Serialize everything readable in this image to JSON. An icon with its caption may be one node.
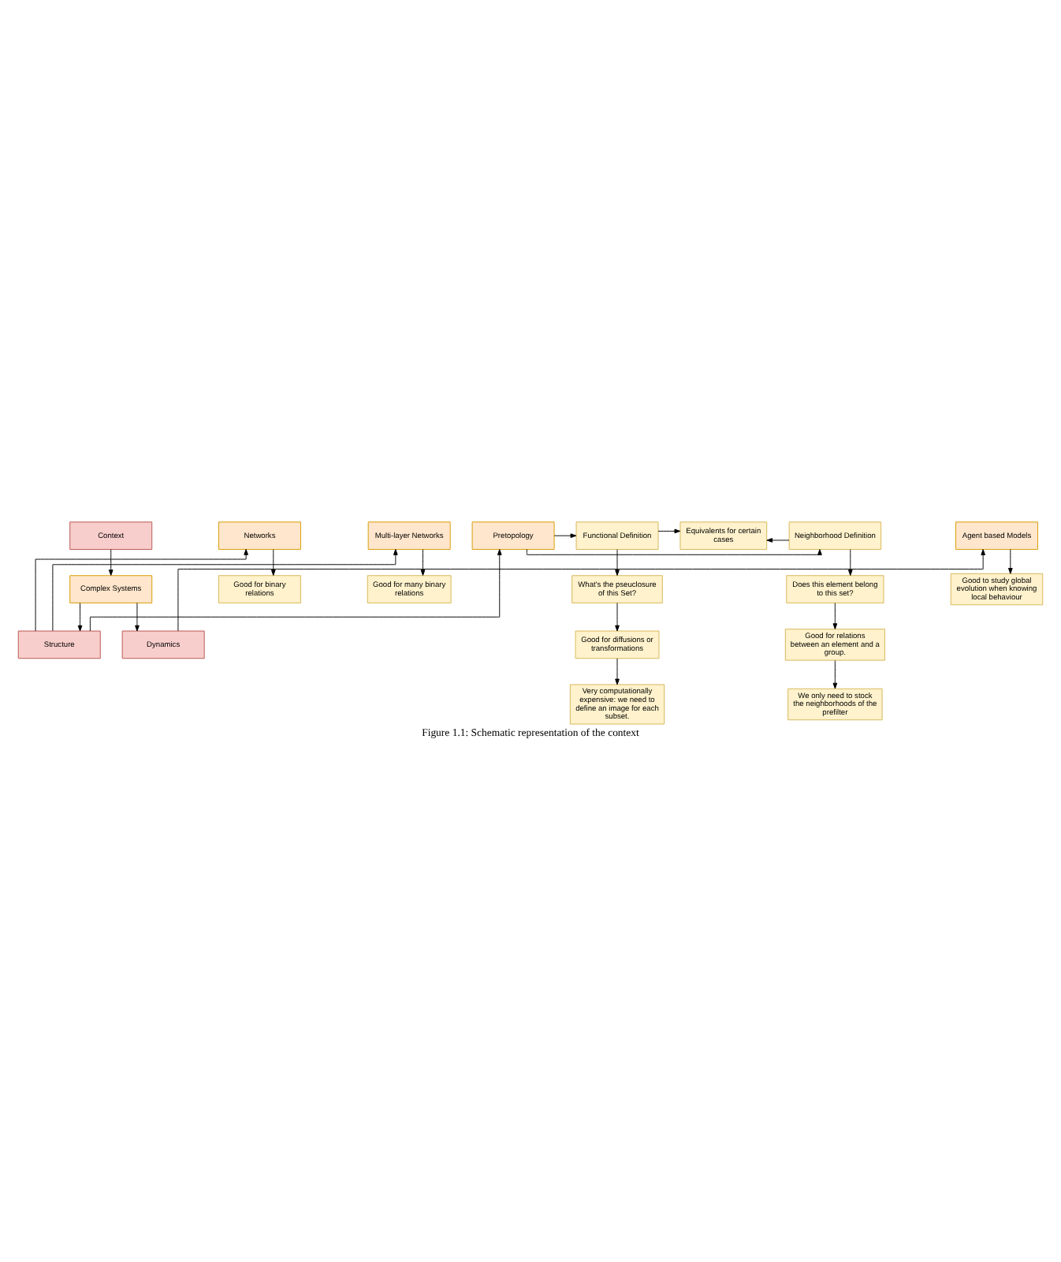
{
  "diagram": {
    "caption": "Figure 1.1: Schematic representation of the context",
    "nodes": [
      {
        "text": [
          "Context"
        ]
      },
      {
        "text": [
          "Complex Systems"
        ]
      },
      {
        "text": [
          "Structure"
        ]
      },
      {
        "text": [
          "Dynamics"
        ]
      },
      {
        "text": [
          "Networks"
        ]
      },
      {
        "text": [
          "Multi-layer Networks"
        ]
      },
      {
        "text": [
          "Pretopology"
        ]
      },
      {
        "text": [
          "Agent based Models"
        ]
      },
      {
        "text": [
          "Good for binary relations"
        ]
      },
      {
        "text": [
          "Good for many binary relations"
        ]
      },
      {
        "text": [
          "Good to study global evolution when knowing local behaviour"
        ]
      },
      {
        "text": [
          "Functional Definition"
        ]
      },
      {
        "text": [
          "Equivalents for certain cases"
        ]
      },
      {
        "text": [
          "Neighborhood Definition"
        ]
      },
      {
        "text": [
          "What's the pseuclosure of this Set?"
        ]
      },
      {
        "text": [
          "Good for diffusions or transformations"
        ]
      },
      {
        "text": [
          "Very computationally expensive: we need to define an image for each subset."
        ]
      },
      {
        "text": [
          "Does this element belong to this set?"
        ]
      },
      {
        "text": [
          "Good for relations between an element and a group."
        ]
      },
      {
        "text": [
          "We only need to stock the neighborhoods of the prefilter"
        ]
      }
    ],
    "edges": [
      {
        "from": 0,
        "to": 1,
        "arrow": "to"
      },
      {
        "from": 1,
        "to": 2,
        "arrow": "to"
      },
      {
        "from": 1,
        "to": 3,
        "arrow": "to"
      },
      {
        "from": 2,
        "to": 4,
        "arrow": "to"
      },
      {
        "from": 2,
        "to": 5,
        "arrow": "to"
      },
      {
        "from": 2,
        "to": 6,
        "arrow": "to"
      },
      {
        "from": 3,
        "to": 7,
        "arrow": "to"
      },
      {
        "from": 4,
        "to": 8,
        "arrow": "to"
      },
      {
        "from": 5,
        "to": 9,
        "arrow": "to"
      },
      {
        "from": 7,
        "to": 10,
        "arrow": "to"
      },
      {
        "from": 6,
        "to": 11,
        "arrow": "to"
      },
      {
        "from": 6,
        "to": 13,
        "arrow": "to"
      },
      {
        "from": 11,
        "to": 12,
        "arrow": "to"
      },
      {
        "from": 13,
        "to": 12,
        "arrow": "to"
      },
      {
        "from": 11,
        "to": 14,
        "arrow": "to"
      },
      {
        "from": 14,
        "to": 15,
        "arrow": "to"
      },
      {
        "from": 15,
        "to": 16,
        "arrow": "to"
      },
      {
        "from": 13,
        "to": 17,
        "arrow": "to"
      },
      {
        "from": 17,
        "to": 18,
        "arrow": "to"
      },
      {
        "from": 18,
        "to": 19,
        "arrow": "to"
      }
    ]
  }
}
